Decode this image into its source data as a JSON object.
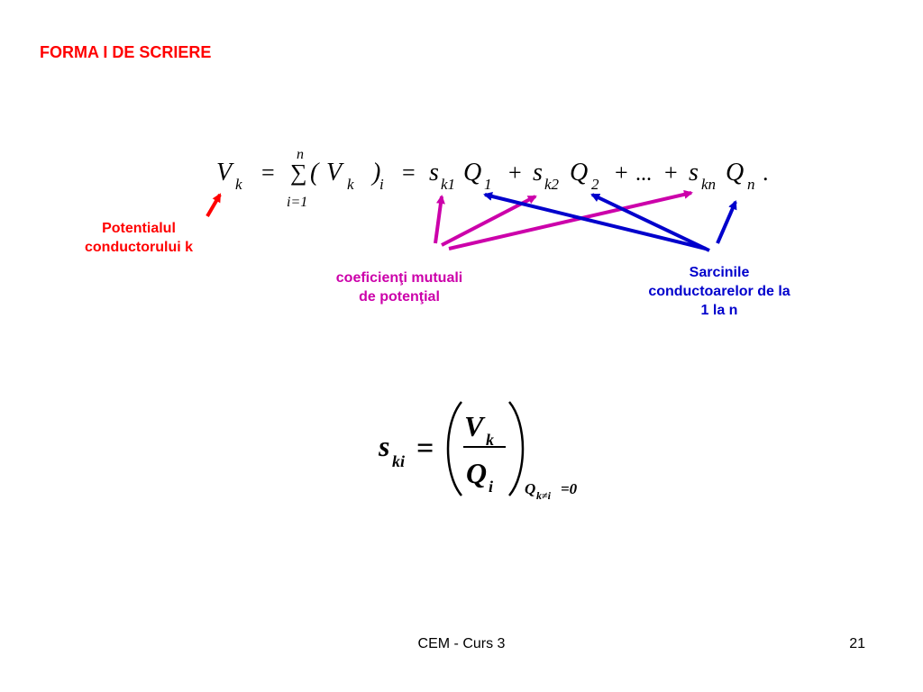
{
  "slide": {
    "title": "FORMA I DE SCRIERE",
    "labels": {
      "potential_line1": "Potentialul",
      "potential_line2": "conductorului k",
      "coefficients_line1": "coeficienţi mutuali",
      "coefficients_line2": "de potenţial",
      "charges_line1": "Sarcinile",
      "charges_line2": "conductoarelor de la",
      "charges_line3": "1 la n"
    },
    "colors": {
      "title": "#ff0000",
      "potential_label": "#ff0000",
      "coefficients_label": "#cc00aa",
      "charges_label": "#0000cc"
    },
    "footer": {
      "course": "CEM - Curs 3",
      "page_number": "21"
    }
  },
  "equation1": {
    "V": "V",
    "k": "k",
    "eq": "=",
    "sum": "∑",
    "n": "n",
    "i1": "i=1",
    "lparen": "(",
    "rparen": ")",
    "i": "i",
    "s": "s",
    "k1": "k1",
    "k2": "k2",
    "kn": "kn",
    "Q": "Q",
    "one": "1",
    "two": "2",
    "nsub": "n",
    "plus": "+",
    "dots": "...",
    "period": "."
  },
  "equation2": {
    "s": "s",
    "ki": "ki",
    "eq": "=",
    "V": "V",
    "k": "k",
    "Q": "Q",
    "i": "i",
    "cond_Q": "Q",
    "cond_k": "k≠i",
    "cond_eq": "=0"
  }
}
